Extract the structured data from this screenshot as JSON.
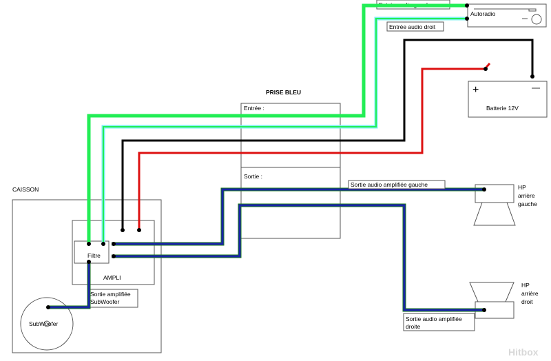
{
  "labels": {
    "entree_audio_gauche": "Entrée audio gauche",
    "entree_audio_droit": "Entrée audio droit",
    "autoradio": "Autoradio",
    "batterie": "Batterie 12V",
    "plus": "+",
    "minus": "—",
    "prise_bleu": "PRISE BLEU",
    "entree": "Entrée :",
    "sortie": "Sortie :",
    "caisson": "CAISSON",
    "filtre": "Filtre",
    "ampli": "AMPLI",
    "sortie_amp_sub_1": "Sortie amplifiée",
    "sortie_amp_sub_2": "SubWoofer",
    "subwoofer": "SubWoofer",
    "sortie_amp_gauche": "Sortie audio amplifiée gauche",
    "hp_gauche_1": "HP",
    "hp_gauche_2": "arrière",
    "hp_gauche_3": "gauche",
    "hp_droit_1": "HP",
    "hp_droit_2": "arrière",
    "hp_droit_3": "droit",
    "sortie_amp_droite_1": "Sortie audio amplifiée",
    "sortie_amp_droite_2": "droite",
    "watermark": "Hitbox"
  },
  "colors": {
    "green": "#22ee55",
    "cyan": "#7ef0f0",
    "red": "#dd1111",
    "black": "#000000",
    "blue": "#1a22aa",
    "dark_green": "#1a7a1a"
  }
}
